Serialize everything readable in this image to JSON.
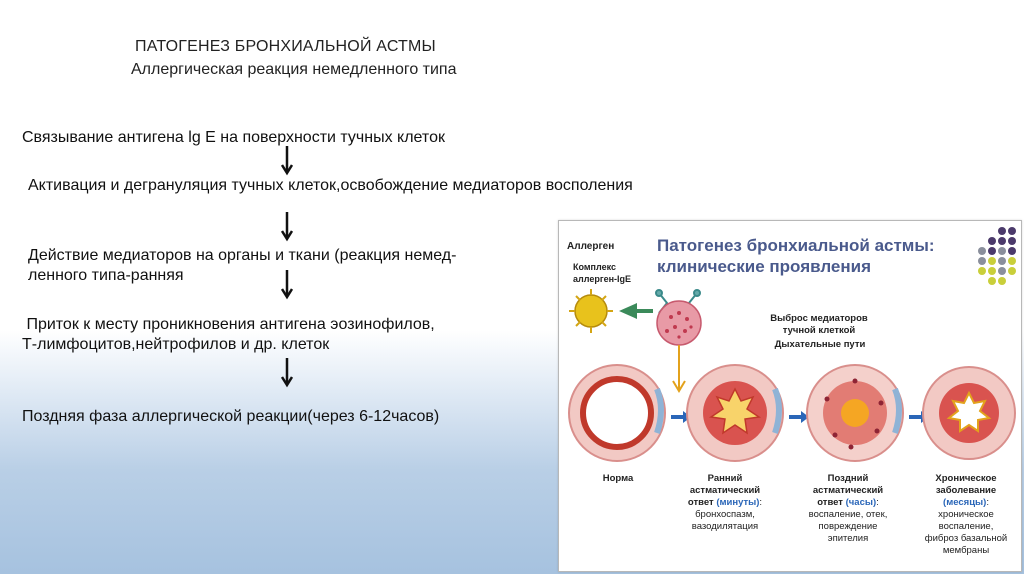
{
  "slide": {
    "title": "ПАТОГЕНЕЗ БРОНХИАЛЬНОЙ АСТМЫ",
    "subtitle": "Аллергическая реакция немедленного типа",
    "steps": [
      [
        "Связывание антигена lg E на поверхности тучных клеток"
      ],
      [
        "Активация и дегрануляция тучных клеток,освобождение медиаторов восполения"
      ],
      [
        "Действие медиаторов на органы и ткани (реакция немед-",
        "ленного типа-ранняя"
      ],
      [
        " Приток к месту проникновения антигена эозинофилов,",
        "Т-лимфоцитов,нейтрофилов и др. клеток"
      ],
      [
        "Поздняя фаза аллергической реакции(через 6-12часов)"
      ]
    ]
  },
  "figure": {
    "title_line1": "Патогенез бронхиальной астмы:",
    "title_line2": "клинические проявления",
    "allergen": "Аллерген",
    "complex_line1": "Комплекс",
    "complex_line2": "аллерген-IgE",
    "release_line1": "Выброс медиаторов",
    "release_line2": "тучной клеткой",
    "airways": "Дыхательные пути",
    "stages": [
      {
        "name": "Норма"
      },
      {
        "l1": "Ранний",
        "l2": "астматический",
        "l3a": "ответ",
        "time": "(минуты)",
        "l3b": ":",
        "d1": "бронхоспазм,",
        "d2": "вазодилятация"
      },
      {
        "l1": "Поздний",
        "l2": "астматический",
        "l3a": "ответ",
        "time": "(часы)",
        "l3b": ":",
        "d1": "воспаление, отек,",
        "d2": "повреждение",
        "d3": "эпителия"
      },
      {
        "l1": "Хроническое",
        "l2": "заболевание",
        "time": "(месяцы)",
        "l3b": ":",
        "d1": "хроническое",
        "d2": "воспаление,",
        "d3": "фиброз базальной",
        "d4": "мембраны"
      }
    ],
    "colors": {
      "title": "#4a5a8c",
      "time": "#2a66b8",
      "arrow": "#2a66b8",
      "dots": [
        "#4b3a6b",
        "#8a8f9c",
        "#c9cf3a"
      ]
    }
  }
}
